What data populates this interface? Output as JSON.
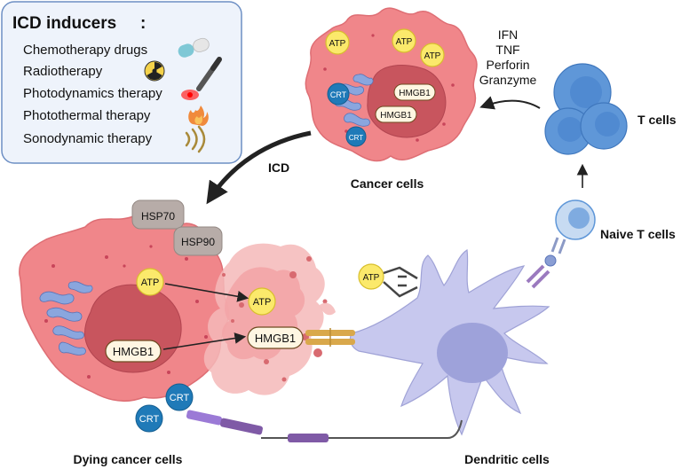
{
  "inducers": {
    "title": "ICD inducers",
    "colon": ":",
    "items": [
      {
        "label": "Chemotherapy drugs",
        "icon": "pill-icon"
      },
      {
        "label": "Radiotherapy",
        "icon": "radiation-icon"
      },
      {
        "label": "Photodynamics therapy",
        "icon": "laser-icon"
      },
      {
        "label": "Photothermal therapy",
        "icon": "flame-icon"
      },
      {
        "label": "Sonodynamic therapy",
        "icon": "sound-wave-icon"
      }
    ]
  },
  "cytokines": [
    "IFN",
    "TNF",
    "Perforin",
    "Granzyme"
  ],
  "labels": {
    "icd": "ICD",
    "cancer_cells": "Cancer cells",
    "t_cells": "T cells",
    "naive_t_cells": "Naive T cells",
    "dying_cancer_cells": "Dying cancer cells",
    "dendritic_cells": "Dendritic cells"
  },
  "molecules": {
    "atp": "ATP",
    "hmgb1": "HMGB1",
    "crt": "CRT",
    "hsp70": "HSP70",
    "hsp90": "HSP90"
  },
  "colors": {
    "panel_bg": "#eef3fb",
    "panel_border": "#6d8fc4",
    "cell_pink": "#f0868a",
    "nucleus": "#c8555e",
    "atp_yellow": "#fbe96b",
    "crt_blue": "#1f7ab8",
    "t_cell_blue": "#5f97d8",
    "dendritic": "#c7c8ee",
    "receptor_gold": "#d9a84b",
    "receptor_purple": "#7f5aa6"
  }
}
